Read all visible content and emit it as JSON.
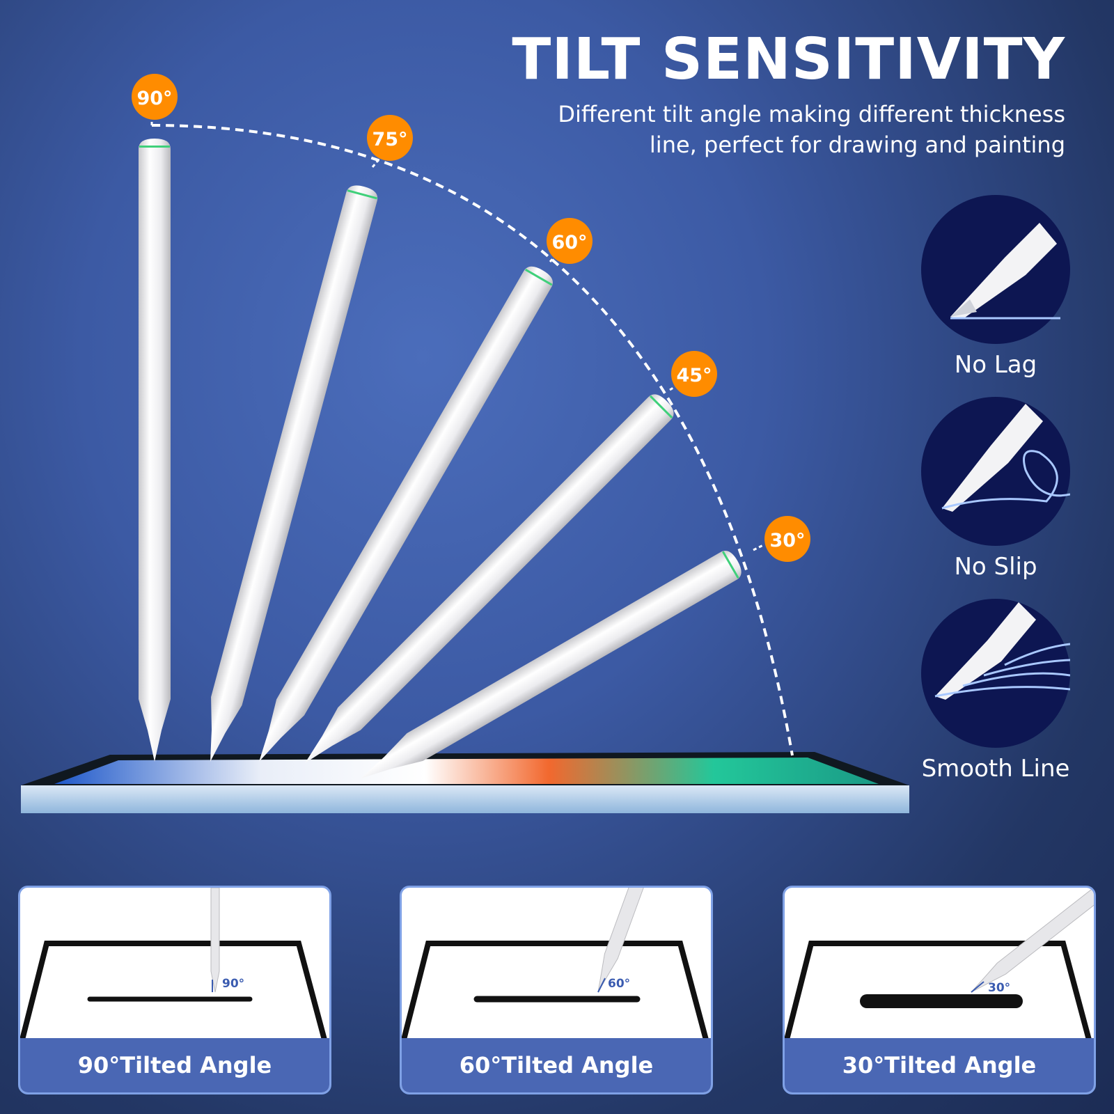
{
  "header": {
    "title": "TILT SENSITIVITY",
    "subtitle_line1": "Different tilt angle making different thickness",
    "subtitle_line2": "line, perfect for drawing and painting"
  },
  "angle_badges": [
    "90°",
    "75°",
    "60°",
    "45°",
    "30°"
  ],
  "features": [
    {
      "label": "No Lag"
    },
    {
      "label": "No Slip"
    },
    {
      "label": "Smooth Line"
    }
  ],
  "cards": [
    {
      "angle_label": "90°",
      "caption": "90°Tilted Angle"
    },
    {
      "angle_label": "60°",
      "caption": "60°Tilted Angle"
    },
    {
      "angle_label": "30°",
      "caption": "30°Tilted Angle"
    }
  ],
  "colors": {
    "badge": "#ff8c00",
    "background": "#3c5aa4",
    "caption_bar": "#4a67b4",
    "card_border": "#7fa1e6"
  }
}
